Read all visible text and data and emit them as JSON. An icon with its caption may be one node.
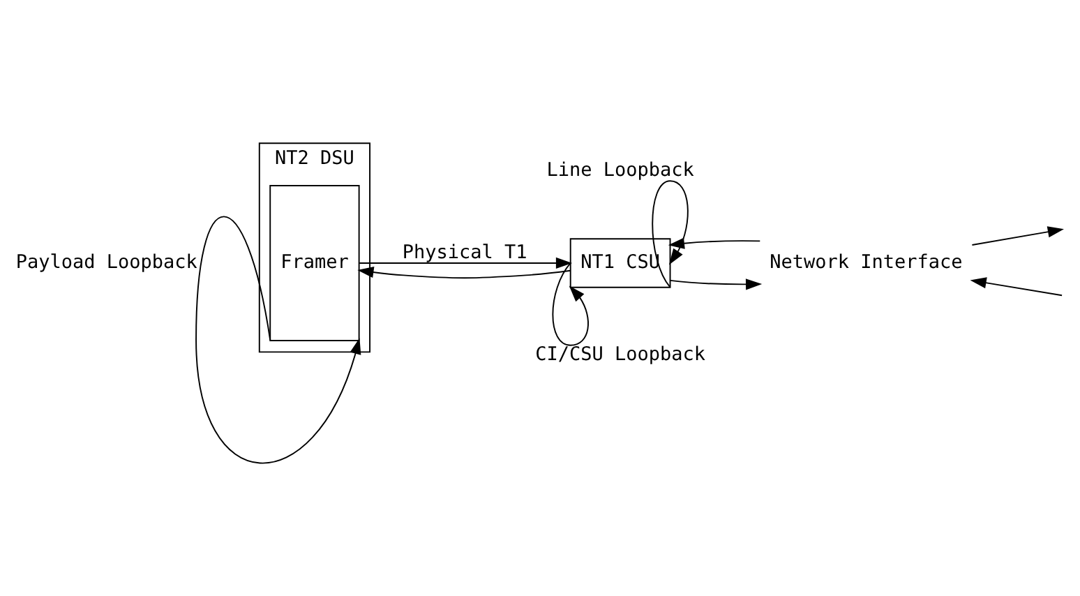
{
  "diagram": {
    "nodes": [
      {
        "text": [
          "NT2 DSU"
        ]
      },
      {
        "text": [
          "Framer"
        ],
        "in": 0
      },
      {
        "text": [
          "NT1 CSU"
        ]
      },
      {
        "text": [
          "Network Interface"
        ]
      }
    ],
    "edges": [
      {
        "from": 1,
        "to": 1,
        "arrow": "to",
        "label": "Payload Loopback"
      },
      {
        "from": 1,
        "to": 2,
        "arrow": "to",
        "label": "Physical T1"
      },
      {
        "from": 2,
        "to": 1,
        "arrow": "to"
      },
      {
        "from": 2,
        "to": 2,
        "arrow": "to",
        "label": "CI/CSU Loopback"
      },
      {
        "from": 2,
        "to": 2,
        "arrow": "to",
        "label": "Line Loopback"
      },
      {
        "from": 2,
        "to": 3,
        "arrow": "to"
      },
      {
        "from": 3,
        "to": 2,
        "arrow": "to"
      },
      {
        "from": 3,
        "to": null,
        "arrow": "to"
      },
      {
        "from": null,
        "to": 3,
        "arrow": "to"
      }
    ]
  }
}
